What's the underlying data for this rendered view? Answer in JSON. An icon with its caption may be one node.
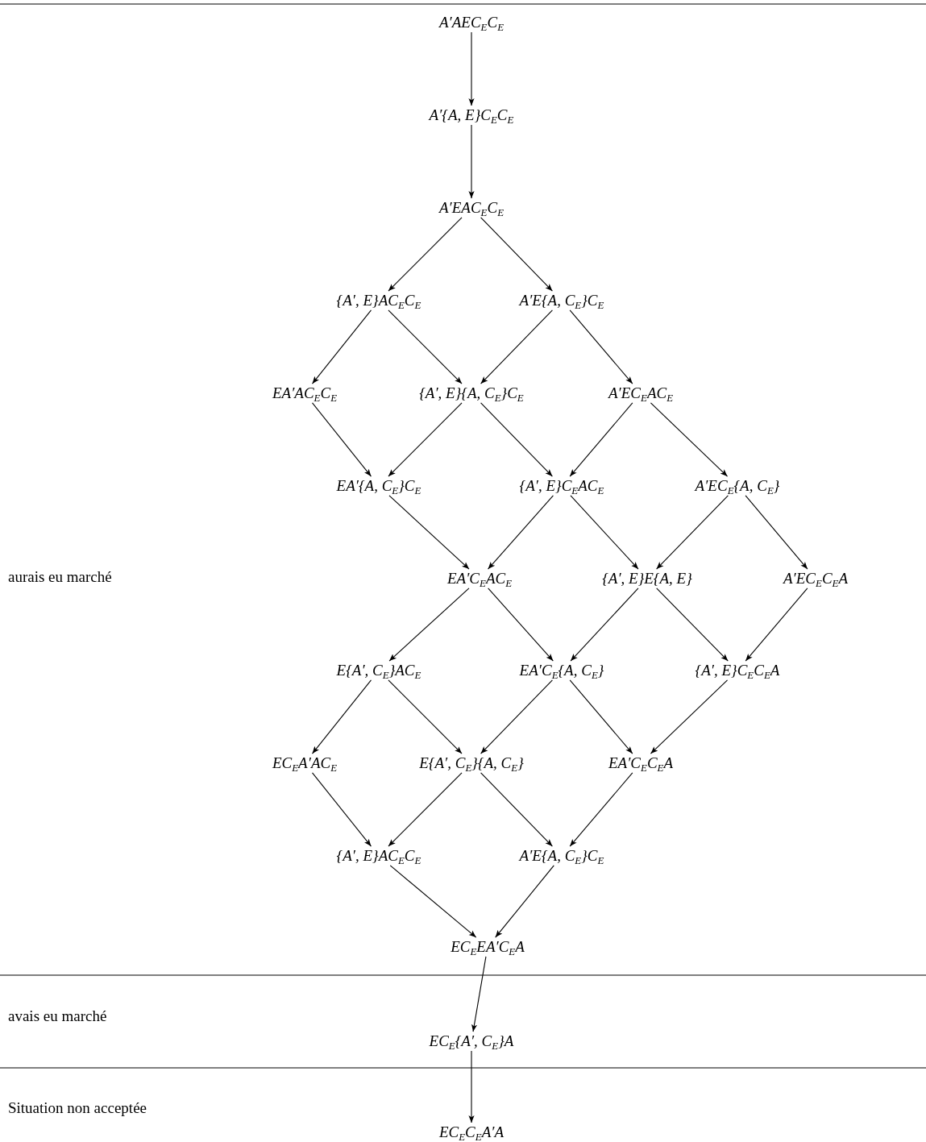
{
  "diagram": {
    "nodes": [
      {
        "text": [
          "A′AEC$_{E}$C$_{E}$"
        ]
      },
      {
        "text": [
          "A′{A, E}C$_{E}$C$_{E}$"
        ]
      },
      {
        "text": [
          "A′EAC$_{E}$C$_{E}$"
        ]
      },
      {
        "text": [
          "{A′, E}AC$_{E}$C$_{E}$"
        ]
      },
      {
        "text": [
          "A′E{A, C$_{E}$}C$_{E}$"
        ]
      },
      {
        "text": [
          "EA′AC$_{E}$C$_{E}$"
        ]
      },
      {
        "text": [
          "{A′, E}{A, C$_{E}$}C$_{E}$"
        ]
      },
      {
        "text": [
          "A′EC$_{E}$AC$_{E}$"
        ]
      },
      {
        "text": [
          "EA′{A, C$_{E}$}C$_{E}$"
        ]
      },
      {
        "text": [
          "{A′, E}C$_{E}$AC$_{E}$"
        ]
      },
      {
        "text": [
          "A′EC$_{E}${A, C$_{E}$}"
        ]
      },
      {
        "text": [
          "EA′C$_{E}$AC$_{E}$"
        ]
      },
      {
        "text": [
          "{A′, E}E{A, E}"
        ]
      },
      {
        "text": [
          "A′EC$_{E}$C$_{E}$A"
        ]
      },
      {
        "text": [
          "E{A′, C$_{E}$}AC$_{E}$"
        ]
      },
      {
        "text": [
          "EA′C$_{E}${A, C$_{E}$}"
        ]
      },
      {
        "text": [
          "{A′, E}C$_{E}$C$_{E}$A"
        ]
      },
      {
        "text": [
          "EC$_{E}$A′AC$_{E}$"
        ]
      },
      {
        "text": [
          "E{A′, C$_{E}$}{A, C$_{E}$}"
        ]
      },
      {
        "text": [
          "EA′C$_{E}$C$_{E}$A"
        ]
      },
      {
        "text": [
          "{A′, E}AC$_{E}$C$_{E}$"
        ]
      },
      {
        "text": [
          "A′E{A, C$_{E}$}C$_{E}$"
        ]
      },
      {
        "text": [
          "EC$_{E}$EA′C$_{E}$A"
        ]
      },
      {
        "text": [
          "EC$_{E}${A′, C$_{E}$}A"
        ]
      },
      {
        "text": [
          "EC$_{E}$C$_{E}$A′A"
        ]
      }
    ],
    "edges": [
      {
        "from": 0,
        "to": 1,
        "arrow": "to"
      },
      {
        "from": 1,
        "to": 2,
        "arrow": "to"
      },
      {
        "from": 2,
        "to": 3,
        "arrow": "to"
      },
      {
        "from": 2,
        "to": 4,
        "arrow": "to"
      },
      {
        "from": 3,
        "to": 5,
        "arrow": "to"
      },
      {
        "from": 3,
        "to": 6,
        "arrow": "to"
      },
      {
        "from": 4,
        "to": 6,
        "arrow": "to"
      },
      {
        "from": 4,
        "to": 7,
        "arrow": "to"
      },
      {
        "from": 5,
        "to": 8,
        "arrow": "to"
      },
      {
        "from": 6,
        "to": 8,
        "arrow": "to"
      },
      {
        "from": 6,
        "to": 9,
        "arrow": "to"
      },
      {
        "from": 7,
        "to": 9,
        "arrow": "to"
      },
      {
        "from": 7,
        "to": 10,
        "arrow": "to"
      },
      {
        "from": 8,
        "to": 11,
        "arrow": "to"
      },
      {
        "from": 9,
        "to": 11,
        "arrow": "to"
      },
      {
        "from": 9,
        "to": 12,
        "arrow": "to"
      },
      {
        "from": 10,
        "to": 12,
        "arrow": "to"
      },
      {
        "from": 10,
        "to": 13,
        "arrow": "to"
      },
      {
        "from": 11,
        "to": 14,
        "arrow": "to"
      },
      {
        "from": 11,
        "to": 15,
        "arrow": "to"
      },
      {
        "from": 12,
        "to": 15,
        "arrow": "to"
      },
      {
        "from": 12,
        "to": 16,
        "arrow": "to"
      },
      {
        "from": 13,
        "to": 16,
        "arrow": "to"
      },
      {
        "from": 14,
        "to": 17,
        "arrow": "to"
      },
      {
        "from": 14,
        "to": 18,
        "arrow": "to"
      },
      {
        "from": 15,
        "to": 18,
        "arrow": "to"
      },
      {
        "from": 15,
        "to": 19,
        "arrow": "to"
      },
      {
        "from": 16,
        "to": 19,
        "arrow": "to"
      },
      {
        "from": 17,
        "to": 20,
        "arrow": "to"
      },
      {
        "from": 18,
        "to": 20,
        "arrow": "to"
      },
      {
        "from": 18,
        "to": 21,
        "arrow": "to"
      },
      {
        "from": 19,
        "to": 21,
        "arrow": "to"
      },
      {
        "from": 20,
        "to": 22,
        "arrow": "to"
      },
      {
        "from": 21,
        "to": 22,
        "arrow": "to"
      },
      {
        "from": 22,
        "to": 23,
        "arrow": "to"
      },
      {
        "from": 23,
        "to": 24,
        "arrow": "to"
      }
    ],
    "labels": [
      "aurais eu marché",
      "avais eu marché",
      "Situation non acceptée"
    ]
  }
}
